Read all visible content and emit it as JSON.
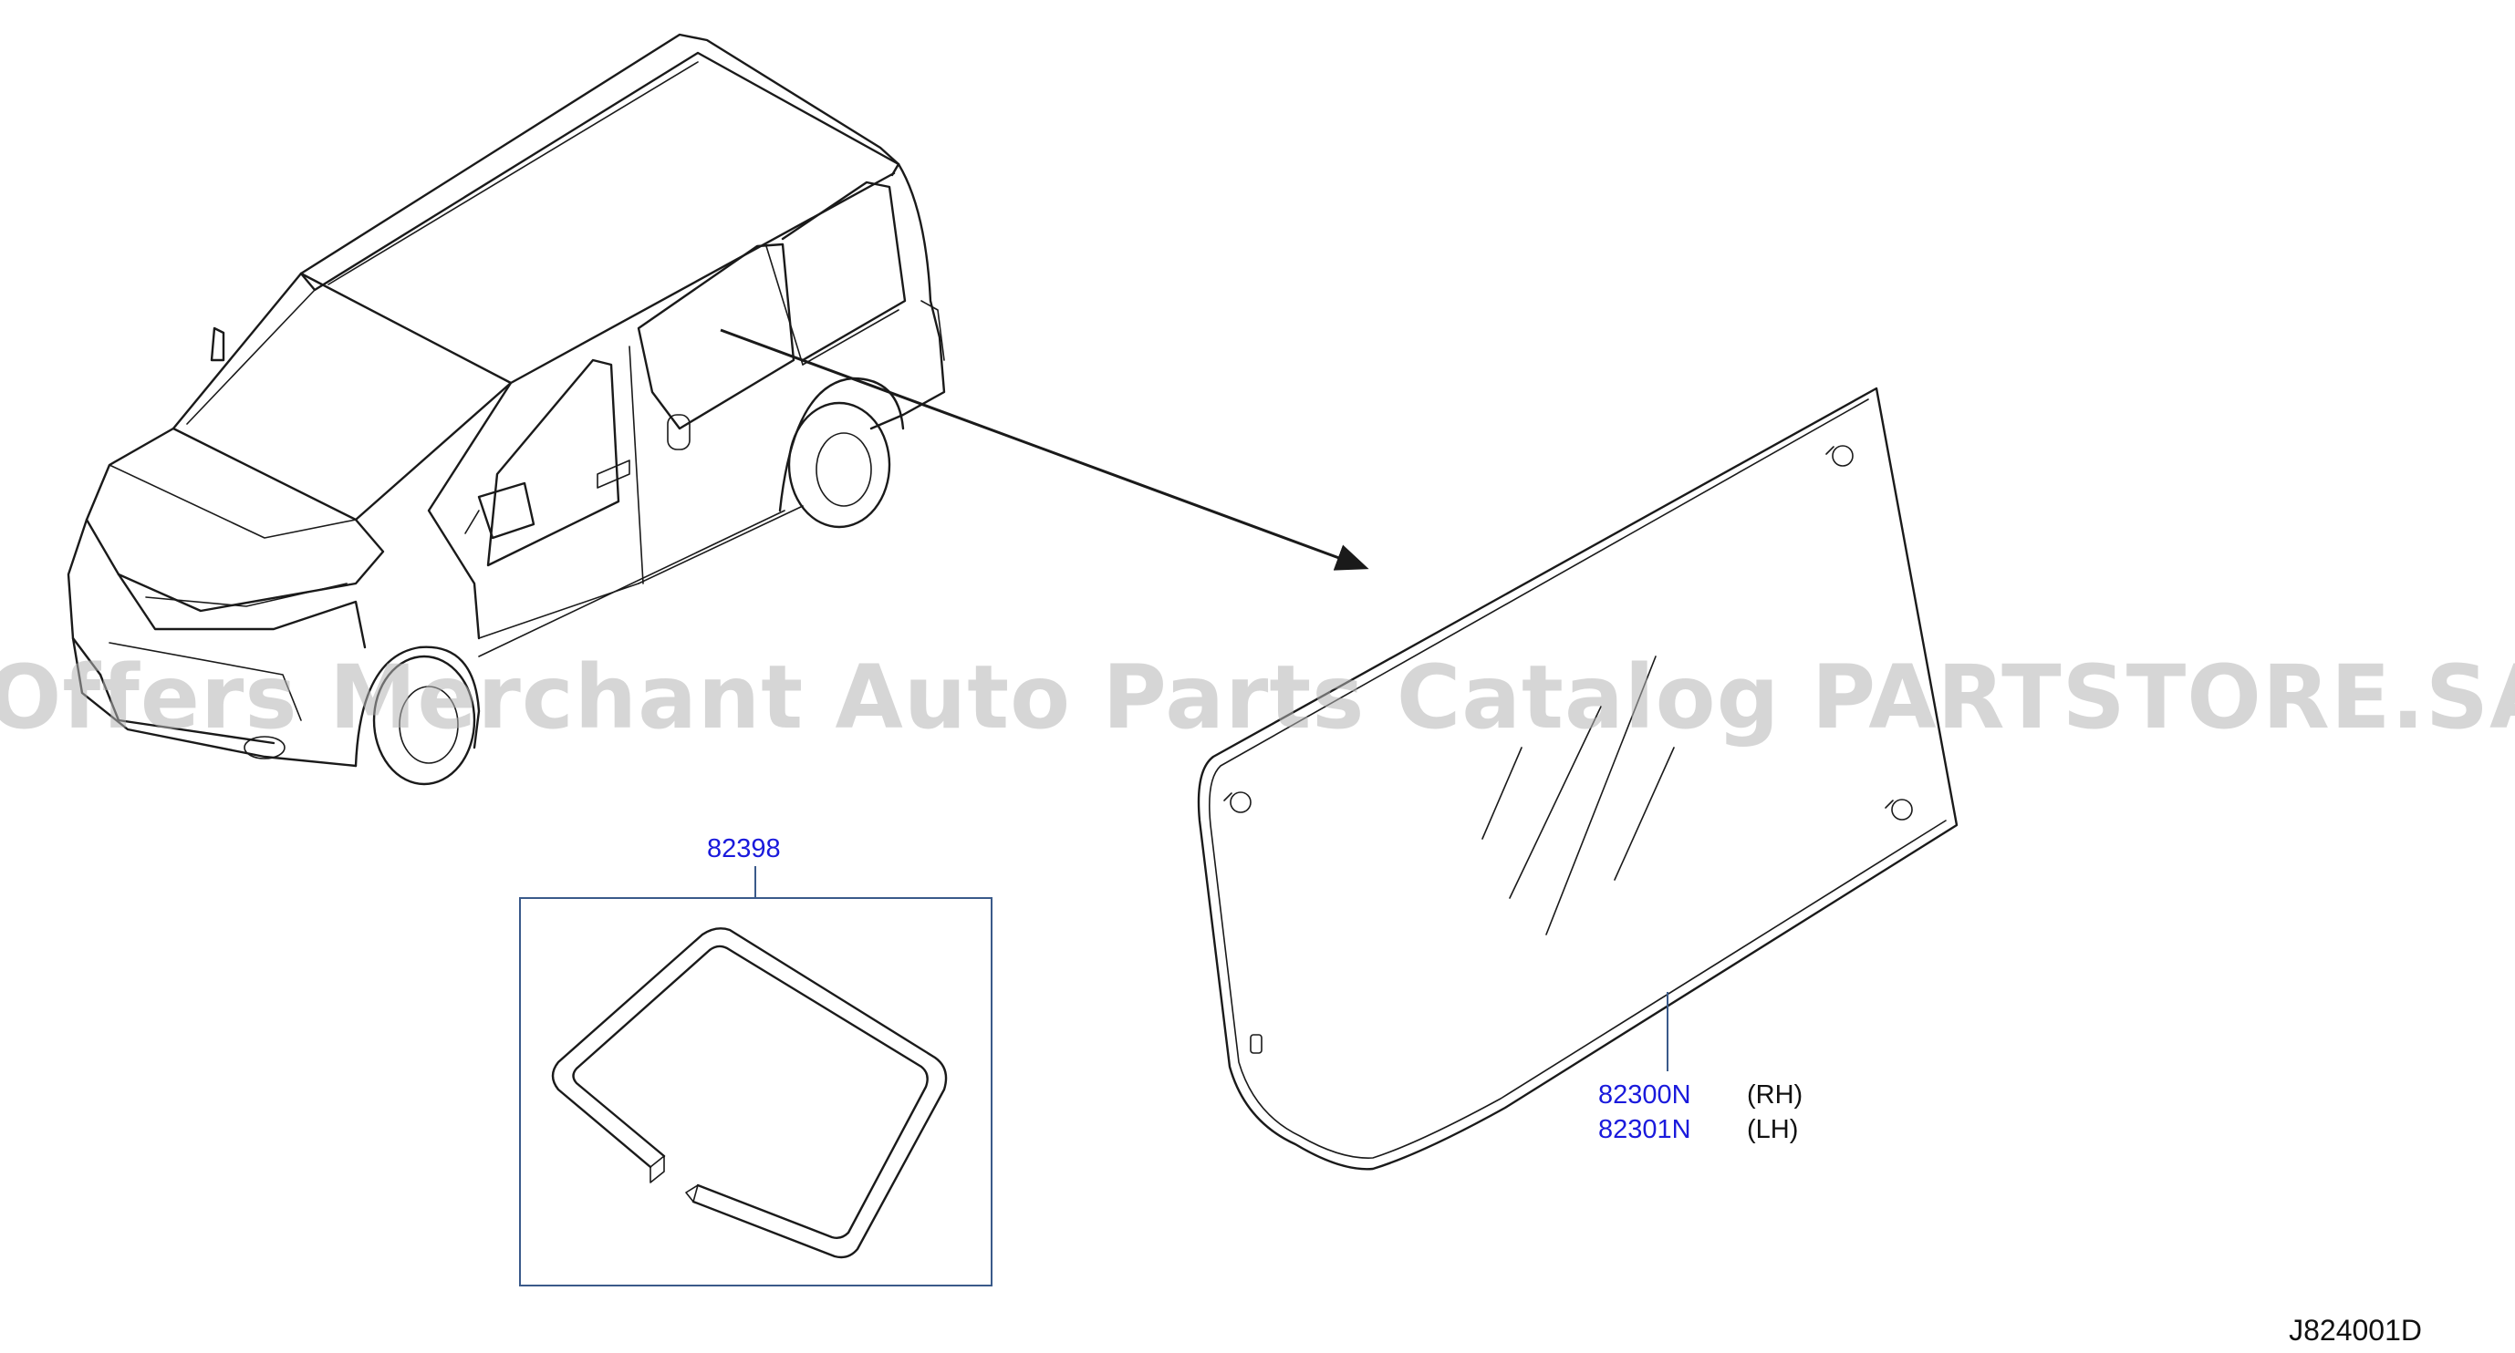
{
  "callouts": {
    "weatherstrip": {
      "part_no": "82398"
    },
    "glass_rh": {
      "part_no": "82300N",
      "side": "(RH)"
    },
    "glass_lh": {
      "part_no": "82301N",
      "side": "(LH)"
    }
  },
  "figure_code": "J824001D",
  "watermark": "Offers Merchant Auto Parts Catalog PARTSTORE.SA",
  "colors": {
    "callout": "#1a1adc",
    "leader": "#3a5a8a",
    "line": "#1a1a1a",
    "watermark": "#b5b5b5"
  }
}
